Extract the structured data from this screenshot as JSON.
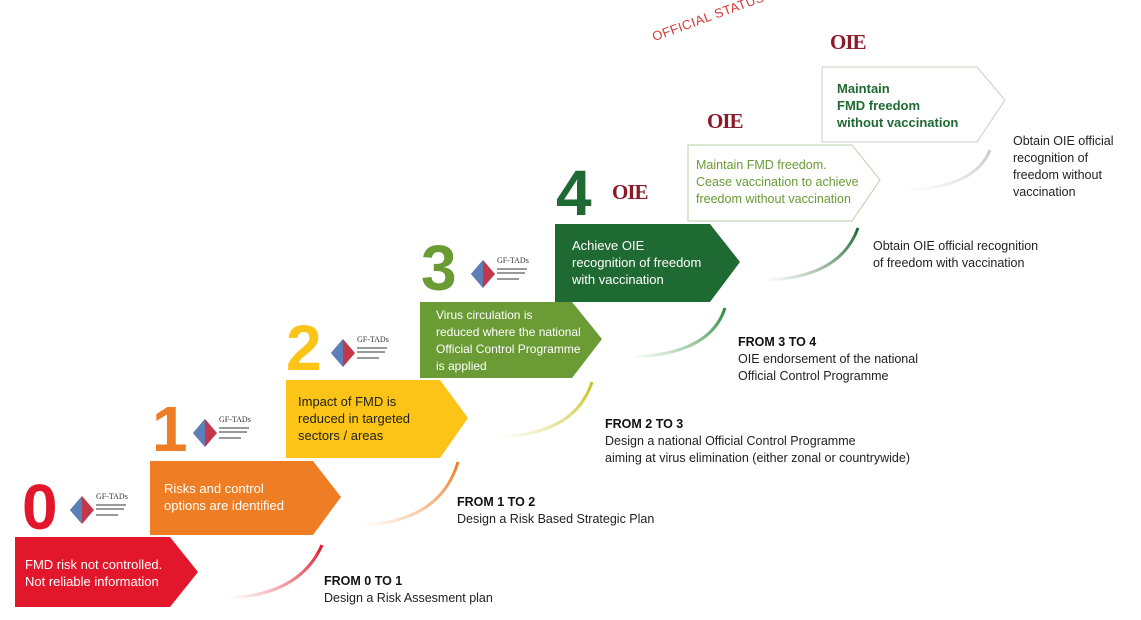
{
  "official_status": "OFFICIAL STATUS",
  "stages": [
    {
      "number": "0",
      "text_lines": [
        "FMD risk not controlled.",
        "Not reliable information"
      ],
      "color": "#e3172b"
    },
    {
      "number": "1",
      "text_lines": [
        "Risks and control",
        "options are identified"
      ],
      "color": "#ee7d24"
    },
    {
      "number": "2",
      "text_lines": [
        "Impact of FMD is",
        "reduced in targeted",
        "sectors / areas"
      ],
      "color": "#fcc417"
    },
    {
      "number": "3",
      "text_lines": [
        "Virus circulation is",
        "reduced where the national",
        "Official Control Programme",
        "is applied"
      ],
      "color": "#6a9b35"
    },
    {
      "number": "4",
      "text_lines": [
        "Achieve OIE",
        "recognition of freedom",
        "with vaccination"
      ],
      "color": "#1f6a32"
    },
    {
      "number": "",
      "text_lines": [
        "Maintain FMD freedom.",
        "Cease vaccination to achieve",
        "freedom without vaccination"
      ],
      "color": "#7fb04a"
    },
    {
      "number": "",
      "text_lines": [
        "Maintain",
        "FMD freedom",
        "without vaccination"
      ],
      "color": "#1f6a32"
    }
  ],
  "transitions": [
    {
      "title": "FROM 0 TO 1",
      "text": "Design a Risk Assesment plan"
    },
    {
      "title": "FROM 1 TO 2",
      "text": "Design a Risk Based Strategic Plan"
    },
    {
      "title": "FROM 2 TO 3",
      "text_lines": [
        "Design a national Official Control Programme",
        "aiming at virus elimination (either zonal or countrywide)"
      ]
    },
    {
      "title": "FROM 3 TO 4",
      "text_lines": [
        "OIE endorsement of the national",
        "Official Control Programme"
      ]
    },
    {
      "title": "",
      "text_lines": [
        "Obtain OIE official recognition",
        "of freedom with vaccination"
      ]
    },
    {
      "title": "",
      "text_lines": [
        "Obtain OIE official",
        "recognition of",
        "freedom without",
        "vaccination"
      ]
    }
  ],
  "logos": {
    "oie": "OIE",
    "gf_tads": "GF-TADs"
  }
}
